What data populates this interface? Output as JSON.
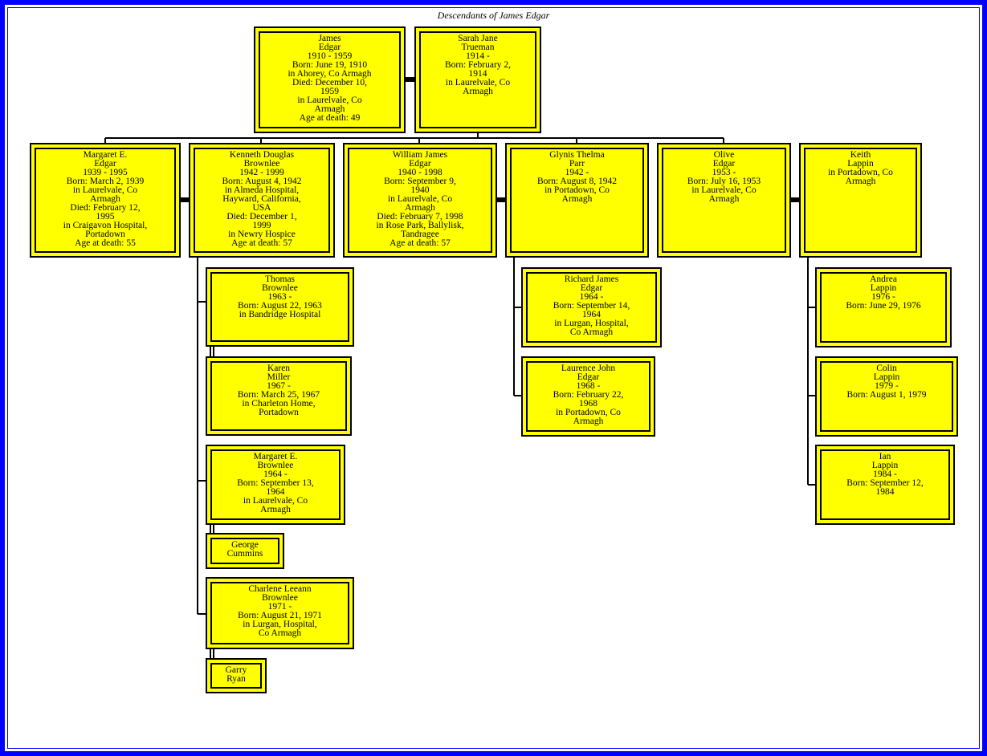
{
  "title": "Descendants of James Edgar",
  "people": {
    "james": [
      "James",
      "Edgar",
      "1910 - 1959",
      "Born: June 19, 1910",
      "in Ahorey, Co Armagh",
      "Died: December 10,",
      "1959",
      "in Laurelvale, Co",
      "Armagh",
      "Age at death: 49"
    ],
    "sarah": [
      "Sarah Jane",
      "Trueman",
      "1914 -",
      "Born: February 2,",
      "1914",
      "in Laurelvale, Co",
      "Armagh"
    ],
    "margaret_e": [
      "Margaret E.",
      "Edgar",
      "1939 - 1995",
      "Born: March 2, 1939",
      "in Laurelvale, Co",
      "Armagh",
      "Died: February 12,",
      "1995",
      "in Craigavon Hospital,",
      "Portadown",
      "Age at death: 55"
    ],
    "kenneth": [
      "Kenneth Douglas",
      "Brownlee",
      "1942 - 1999",
      "Born: August 4, 1942",
      "in Almeda Hospital,",
      "Hayward, California,",
      "USA",
      "Died: December 1,",
      "1999",
      "in Newry Hospice",
      "Age at death: 57"
    ],
    "william": [
      "William James",
      "Edgar",
      "1940 - 1998",
      "Born: September 9,",
      "1940",
      "in Laurelvale, Co",
      "Armagh",
      "Died: February 7, 1998",
      "in Rose Park, Ballylisk,",
      "Tandragee",
      "Age at death: 57"
    ],
    "glynis": [
      "Glynis Thelma",
      "Parr",
      "1942 -",
      "Born: August 8, 1942",
      "in Portadown, Co",
      "Armagh"
    ],
    "olive": [
      "Olive",
      "Edgar",
      "1953 -",
      "Born: July 16, 1953",
      "in Laurelvale, Co",
      "Armagh"
    ],
    "keith": [
      "Keith",
      "Lappin",
      "in Portadown, Co",
      "Armagh"
    ],
    "thomas": [
      "Thomas",
      "Brownlee",
      "1963 -",
      "Born: August 22, 1963",
      "in Bandridge Hospital"
    ],
    "karen": [
      "Karen",
      "Miller",
      "1967 -",
      "Born: March 25, 1967",
      "in Charleton Home,",
      "Portadown"
    ],
    "margaret_b": [
      "Margaret E.",
      "Brownlee",
      "1964 -",
      "Born: September 13,",
      "1964",
      "in Laurelvale, Co",
      "Armagh"
    ],
    "george": [
      "George",
      "Cummins"
    ],
    "charlene": [
      "Charlene Leeann",
      "Brownlee",
      "1971 -",
      "Born: August 21, 1971",
      "in Lurgan, Hospital,",
      "Co Armagh"
    ],
    "garry": [
      "Garry",
      "Ryan"
    ],
    "richard": [
      "Richard James",
      "Edgar",
      "1964 -",
      "Born: September 14,",
      "1964",
      "in Lurgan, Hospital,",
      "Co Armagh"
    ],
    "laurence": [
      "Laurence John",
      "Edgar",
      "1968 -",
      "Born: February 22,",
      "1968",
      "in Portadown, Co",
      "Armagh"
    ],
    "andrea": [
      "Andrea",
      "Lappin",
      "1976 -",
      "Born: June 29, 1976"
    ],
    "colin": [
      "Colin",
      "Lappin",
      "1979 -",
      "Born: August 1, 1979"
    ],
    "ian": [
      "Ian",
      "Lappin",
      "1984 -",
      "Born: September 12,",
      "1984"
    ]
  }
}
